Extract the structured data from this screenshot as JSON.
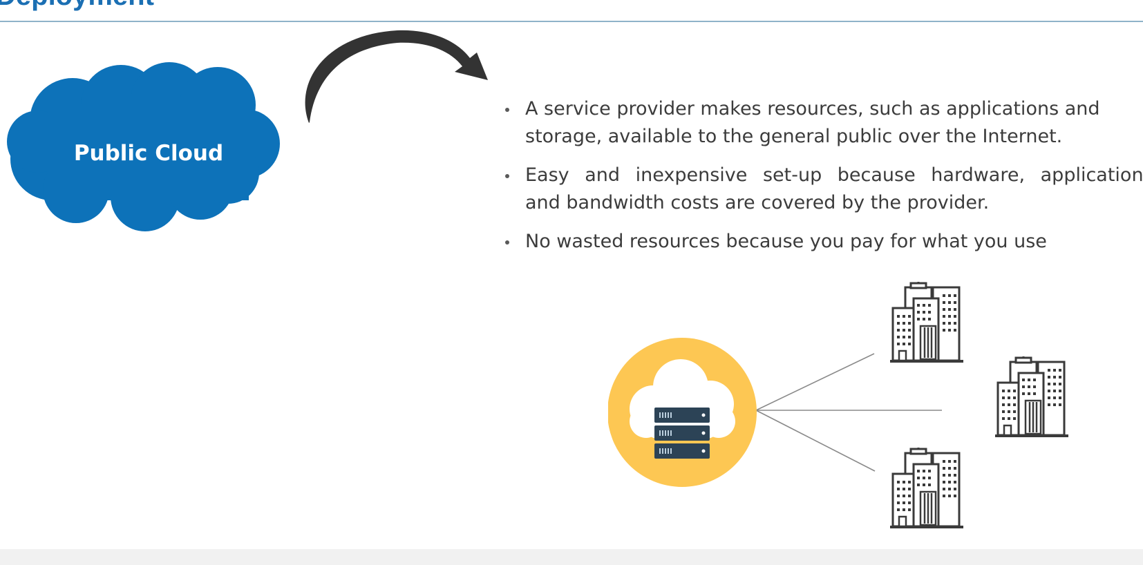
{
  "slide": {
    "title": "Deployment"
  },
  "cloud": {
    "label": "Public Cloud",
    "color": "#0d72b9"
  },
  "bullets": [
    {
      "line1": "A service provider makes resources, such as applications and",
      "line2": "storage, available to the general public over the Internet."
    },
    {
      "line1": "Easy and inexpensive set-up because hardware, application",
      "line2": "and bandwidth costs are covered by the provider."
    },
    {
      "line1": "No wasted resources because you pay for what you use",
      "line2": ""
    }
  ],
  "diagram": {
    "hub_icon": "cloud-server-icon",
    "hub_color": "#fdc753",
    "server_color": "#2c4356",
    "building_icon": "office-building-icon",
    "building_count": 3
  }
}
